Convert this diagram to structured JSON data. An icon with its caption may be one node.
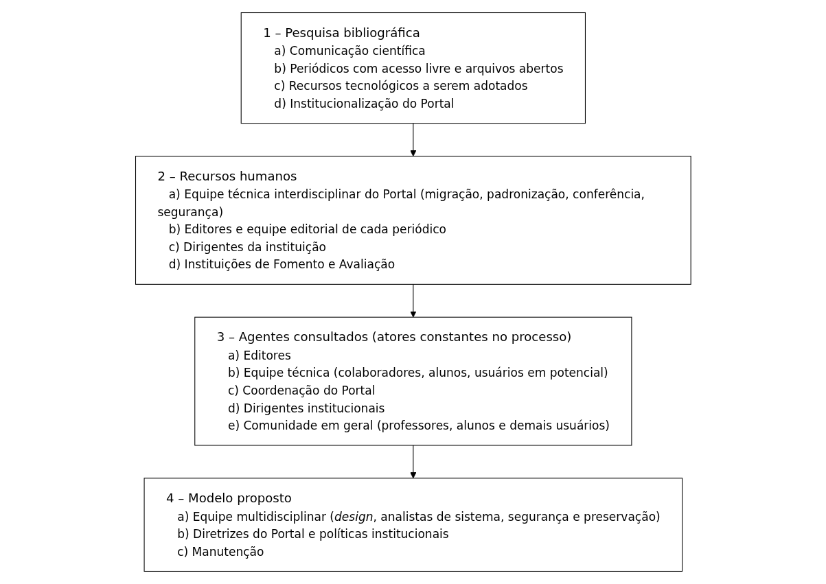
{
  "diagram": {
    "nodes": [
      {
        "text": [
          "1 – Pesquisa bibliográfica",
          "a) Comunicação científica",
          "b) Periódicos com acesso livre e arquivos abertos",
          "c) Recursos tecnológicos a serem adotados",
          "d) Institucionalização do Portal"
        ]
      },
      {
        "text": [
          "2 – Recursos humanos",
          "a) Equipe técnica interdisciplinar do Portal (migração, padronização, conferência, segurança)",
          "b) Editores e equipe editorial de cada periódico",
          "c) Dirigentes da instituição",
          "d) Instituições de Fomento e Avaliação"
        ]
      },
      {
        "text": [
          "3 – Agentes consultados (atores constantes no processo)",
          "a) Editores",
          "b) Equipe técnica (colaboradores, alunos, usuários em potencial)",
          "c) Coordenação do Portal",
          "d) Dirigentes institucionais",
          "e) Comunidade em geral (professores, alunos e demais usuários)"
        ]
      },
      {
        "text": [
          "4 – Modelo proposto",
          "a) Equipe multidisciplinar (*design*, analistas de sistema, segurança e preservação)",
          "b) Diretrizes do Portal e políticas institucionais",
          "c) Manutenção"
        ]
      }
    ],
    "edges": [
      {
        "from": 0,
        "to": 1,
        "arrow": "to"
      },
      {
        "from": 1,
        "to": 2,
        "arrow": "to"
      },
      {
        "from": 2,
        "to": 3,
        "arrow": "to"
      }
    ]
  }
}
